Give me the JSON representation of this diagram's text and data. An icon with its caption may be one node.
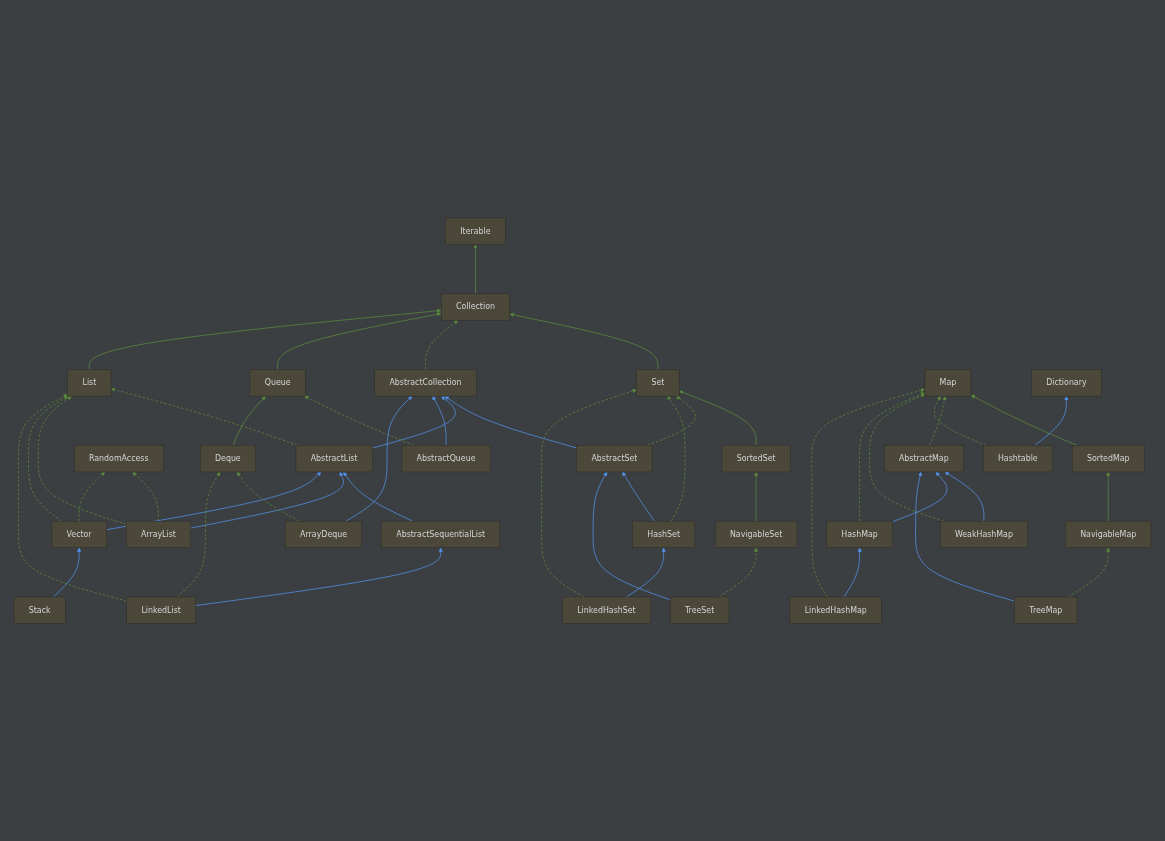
{
  "diagram": {
    "nodes": [
      {
        "text": [
          "Iterable"
        ]
      },
      {
        "text": [
          "Collection"
        ]
      },
      {
        "text": [
          "Set"
        ]
      },
      {
        "text": [
          "AbstractCollection"
        ]
      },
      {
        "text": [
          "List"
        ]
      },
      {
        "text": [
          "SortedSet"
        ]
      },
      {
        "text": [
          "AbstractSet"
        ]
      },
      {
        "text": [
          "Queue"
        ]
      },
      {
        "text": [
          "AbstractList"
        ]
      },
      {
        "text": [
          "RandomAccess"
        ]
      },
      {
        "text": [
          "HashSet"
        ]
      },
      {
        "text": [
          "NavigableSet"
        ]
      },
      {
        "text": [
          "AbstractQueue"
        ]
      },
      {
        "text": [
          "Deque"
        ]
      },
      {
        "text": [
          "AbstractSequentialList"
        ]
      },
      {
        "text": [
          "ArrayList"
        ]
      },
      {
        "text": [
          "Vector"
        ]
      },
      {
        "text": [
          "LinkedHashSet"
        ]
      },
      {
        "text": [
          "TreeSet"
        ]
      },
      {
        "text": [
          "ArrayDeque"
        ]
      },
      {
        "text": [
          "LinkedList"
        ]
      },
      {
        "text": [
          "Stack"
        ]
      },
      {
        "text": [
          "Map"
        ]
      },
      {
        "text": [
          "Dictionary"
        ]
      },
      {
        "text": [
          "SortedMap"
        ]
      },
      {
        "text": [
          "AbstractMap"
        ]
      },
      {
        "text": [
          "Hashtable"
        ]
      },
      {
        "text": [
          "NavigableMap"
        ]
      },
      {
        "text": [
          "WeakHashMap"
        ]
      },
      {
        "text": [
          "HashMap"
        ]
      },
      {
        "text": [
          "TreeMap"
        ]
      },
      {
        "text": [
          "LinkedHashMap"
        ]
      }
    ],
    "edges": [
      {
        "from": 1,
        "to": 0,
        "arrow": "to"
      },
      {
        "from": 2,
        "to": 1,
        "arrow": "to"
      },
      {
        "from": 3,
        "to": 1,
        "arrow": "to",
        "style": "dashed"
      },
      {
        "from": 7,
        "to": 1,
        "arrow": "to"
      },
      {
        "from": 4,
        "to": 1,
        "arrow": "to"
      },
      {
        "from": 5,
        "to": 2,
        "arrow": "to"
      },
      {
        "from": 6,
        "to": 2,
        "arrow": "to",
        "style": "dashed"
      },
      {
        "from": 6,
        "to": 3,
        "arrow": "to",
        "color": "#5394ec"
      },
      {
        "from": 8,
        "to": 3,
        "arrow": "to",
        "color": "#5394ec"
      },
      {
        "from": 8,
        "to": 4,
        "arrow": "to",
        "style": "dashed"
      },
      {
        "from": 10,
        "to": 2,
        "arrow": "to",
        "style": "dashed"
      },
      {
        "from": 10,
        "to": 6,
        "arrow": "to",
        "color": "#5394ec"
      },
      {
        "from": 11,
        "to": 5,
        "arrow": "to"
      },
      {
        "from": 12,
        "to": 3,
        "arrow": "to",
        "color": "#5394ec"
      },
      {
        "from": 12,
        "to": 7,
        "arrow": "to",
        "style": "dashed"
      },
      {
        "from": 13,
        "to": 7,
        "arrow": "to"
      },
      {
        "from": 14,
        "to": 8,
        "arrow": "to",
        "color": "#5394ec"
      },
      {
        "from": 15,
        "to": 8,
        "arrow": "to",
        "color": "#5394ec"
      },
      {
        "from": 15,
        "to": 4,
        "arrow": "to",
        "style": "dashed"
      },
      {
        "from": 15,
        "to": 9,
        "arrow": "to",
        "style": "dashed"
      },
      {
        "from": 16,
        "to": 4,
        "arrow": "to",
        "style": "dashed"
      },
      {
        "from": 16,
        "to": 9,
        "arrow": "to",
        "style": "dashed"
      },
      {
        "from": 16,
        "to": 8,
        "arrow": "to",
        "color": "#5394ec"
      },
      {
        "from": 17,
        "to": 2,
        "arrow": "to",
        "style": "dashed"
      },
      {
        "from": 17,
        "to": 10,
        "arrow": "to",
        "color": "#5394ec"
      },
      {
        "from": 18,
        "to": 11,
        "arrow": "to",
        "style": "dashed"
      },
      {
        "from": 18,
        "to": 6,
        "arrow": "to",
        "color": "#5394ec"
      },
      {
        "from": 19,
        "to": 3,
        "arrow": "to",
        "color": "#5394ec"
      },
      {
        "from": 19,
        "to": 13,
        "arrow": "to",
        "style": "dashed"
      },
      {
        "from": 20,
        "to": 13,
        "arrow": "to",
        "style": "dashed"
      },
      {
        "from": 20,
        "to": 4,
        "arrow": "to",
        "style": "dashed"
      },
      {
        "from": 20,
        "to": 14,
        "arrow": "to",
        "color": "#5394ec"
      },
      {
        "from": 21,
        "to": 16,
        "arrow": "to",
        "color": "#5394ec"
      },
      {
        "from": 24,
        "to": 22,
        "arrow": "to"
      },
      {
        "from": 25,
        "to": 22,
        "arrow": "to",
        "style": "dashed"
      },
      {
        "from": 26,
        "to": 22,
        "arrow": "to",
        "style": "dashed"
      },
      {
        "from": 26,
        "to": 23,
        "arrow": "to",
        "color": "#5394ec"
      },
      {
        "from": 27,
        "to": 24,
        "arrow": "to"
      },
      {
        "from": 28,
        "to": 22,
        "arrow": "to",
        "style": "dashed"
      },
      {
        "from": 28,
        "to": 25,
        "arrow": "to",
        "color": "#5394ec"
      },
      {
        "from": 29,
        "to": 22,
        "arrow": "to",
        "style": "dashed"
      },
      {
        "from": 29,
        "to": 25,
        "arrow": "to",
        "color": "#5394ec"
      },
      {
        "from": 30,
        "to": 27,
        "arrow": "to",
        "style": "dashed"
      },
      {
        "from": 30,
        "to": 25,
        "arrow": "to",
        "color": "#5394ec"
      },
      {
        "from": 31,
        "to": 29,
        "arrow": "to",
        "color": "#5394ec"
      },
      {
        "from": 31,
        "to": 22,
        "arrow": "to",
        "style": "dashed"
      }
    ]
  }
}
